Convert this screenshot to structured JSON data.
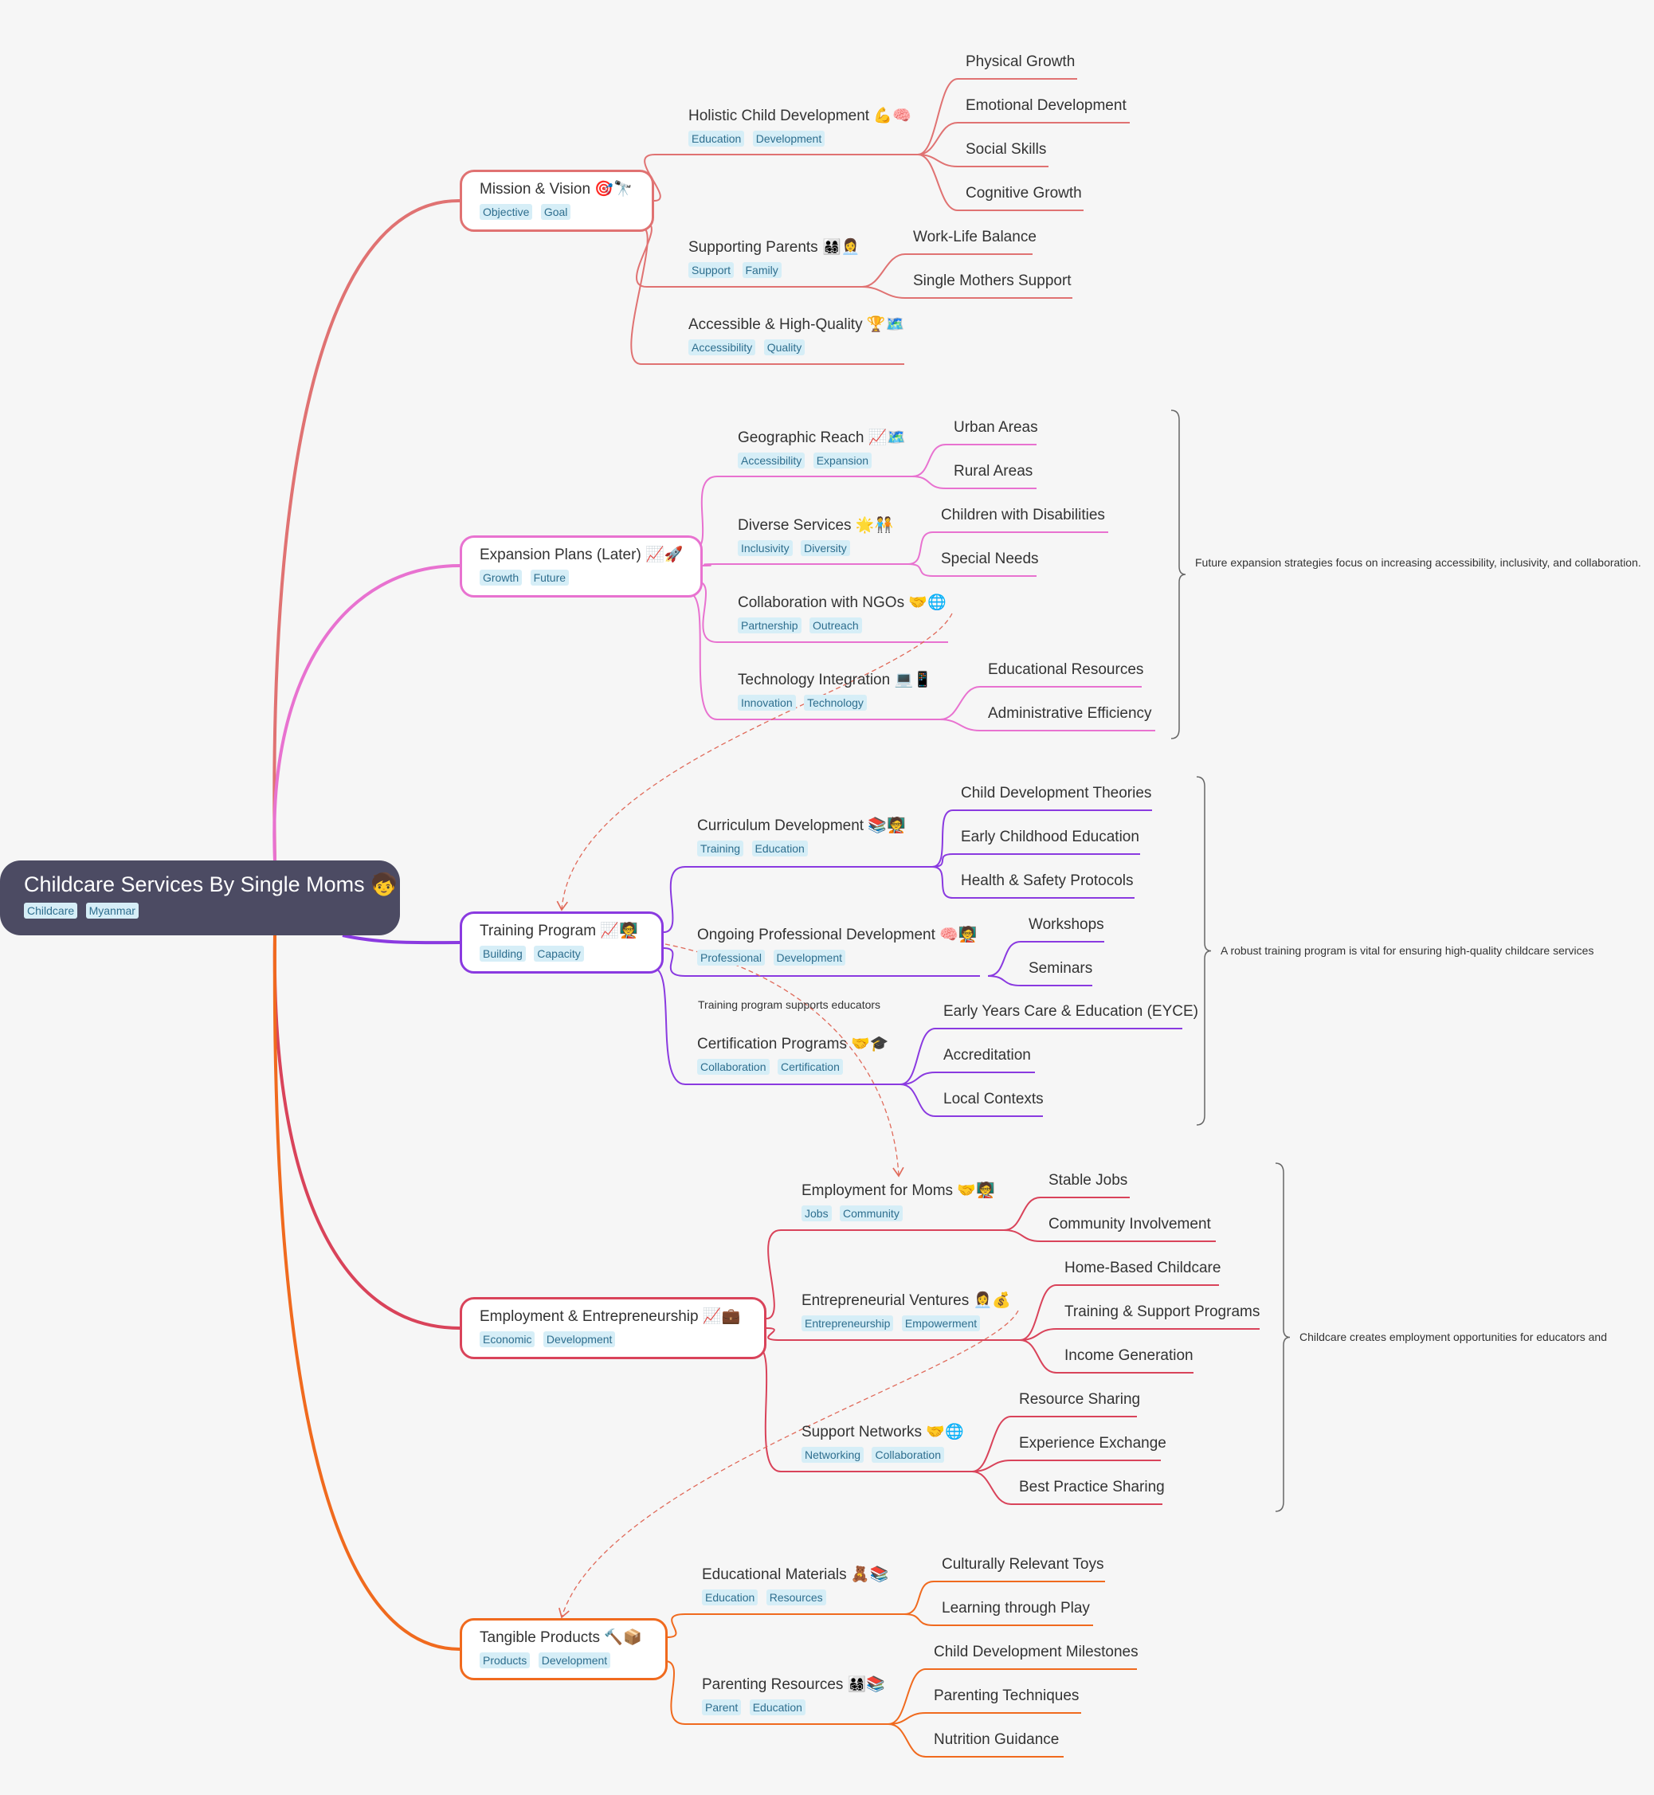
{
  "root": {
    "title": "Childcare Services By Single Moms 🧒",
    "tags": [
      "Childcare",
      "Myanmar"
    ]
  },
  "colors": {
    "mission": "#e07272",
    "expansion": "#e872d0",
    "training": "#8a3ae0",
    "employment": "#d9435a",
    "products": "#f06a1e"
  },
  "branches": {
    "mission": {
      "title": "Mission & Vision 🎯🔭",
      "tags": [
        "Objective",
        "Goal"
      ],
      "subs": [
        {
          "title": "Holistic Child Development 💪🧠",
          "tags": [
            "Education",
            "Development"
          ],
          "leaves": [
            "Physical Growth",
            "Emotional Development",
            "Social Skills",
            "Cognitive Growth"
          ]
        },
        {
          "title": "Supporting Parents 👨‍👩‍👧‍👦👩‍💼",
          "tags": [
            "Support",
            "Family"
          ],
          "leaves": [
            "Work-Life Balance",
            "Single Mothers Support"
          ]
        },
        {
          "title": "Accessible & High-Quality 🏆🗺️",
          "tags": [
            "Accessibility",
            "Quality"
          ],
          "leaves": []
        }
      ]
    },
    "expansion": {
      "title": "Expansion Plans (Later) 📈🚀",
      "tags": [
        "Growth",
        "Future"
      ],
      "subs": [
        {
          "title": "Geographic Reach 📈🗺️",
          "tags": [
            "Accessibility",
            "Expansion"
          ],
          "leaves": [
            "Urban Areas",
            "Rural Areas"
          ]
        },
        {
          "title": "Diverse Services 🌟🧑‍🤝‍🧑",
          "tags": [
            "Inclusivity",
            "Diversity"
          ],
          "leaves": [
            "Children with Disabilities",
            "Special Needs"
          ]
        },
        {
          "title": "Collaboration with NGOs 🤝🌐",
          "tags": [
            "Partnership",
            "Outreach"
          ],
          "leaves": []
        },
        {
          "title": "Technology Integration 💻📱",
          "tags": [
            "Innovation",
            "Technology"
          ],
          "leaves": [
            "Educational Resources",
            "Administrative Efficiency"
          ]
        }
      ],
      "summary": "Future expansion strategies focus on increasing accessibility, inclusivity, and collaboration."
    },
    "training": {
      "title": "Training Program 📈🧑‍🏫",
      "tags": [
        "Building",
        "Capacity"
      ],
      "subs": [
        {
          "title": "Curriculum Development 📚🧑‍🏫",
          "tags": [
            "Training",
            "Education"
          ],
          "leaves": [
            "Child Development Theories",
            "Early Childhood Education",
            "Health & Safety Protocols"
          ]
        },
        {
          "title": "Ongoing Professional Development 🧠🧑‍🏫",
          "tags": [
            "Professional",
            "Development"
          ],
          "leaves": [
            "Workshops",
            "Seminars"
          ]
        },
        {
          "title": "Certification Programs 🤝🎓",
          "tags": [
            "Collaboration",
            "Certification"
          ],
          "leaves": [
            "Early Years Care & Education (EYCE)",
            "Accreditation",
            "Local Contexts"
          ]
        }
      ],
      "summary": "A robust training program is vital for ensuring high-quality childcare services",
      "relation_note": "Training program supports educators"
    },
    "employment": {
      "title": "Employment & Entrepreneurship 📈💼",
      "tags": [
        "Economic",
        "Development"
      ],
      "subs": [
        {
          "title": "Employment for Moms 🤝🧑‍🏫",
          "tags": [
            "Jobs",
            "Community"
          ],
          "leaves": [
            "Stable Jobs",
            "Community Involvement"
          ]
        },
        {
          "title": "Entrepreneurial Ventures 👩‍💼💰",
          "tags": [
            "Entrepreneurship",
            "Empowerment"
          ],
          "leaves": [
            "Home-Based Childcare",
            "Training & Support Programs",
            "Income Generation"
          ]
        },
        {
          "title": "Support Networks 🤝🌐",
          "tags": [
            "Networking",
            "Collaboration"
          ],
          "leaves": [
            "Resource Sharing",
            "Experience Exchange",
            "Best Practice Sharing"
          ]
        }
      ],
      "summary": "Childcare creates employment opportunities for educators and"
    },
    "products": {
      "title": "Tangible Products 🔨📦",
      "tags": [
        "Products",
        "Development"
      ],
      "subs": [
        {
          "title": "Educational Materials 🧸📚",
          "tags": [
            "Education",
            "Resources"
          ],
          "leaves": [
            "Culturally Relevant Toys",
            "Learning through Play"
          ]
        },
        {
          "title": "Parenting Resources 👨‍👩‍👧‍👦📚",
          "tags": [
            "Parent",
            "Education"
          ],
          "leaves": [
            "Child Development Milestones",
            "Parenting Techniques",
            "Nutrition Guidance"
          ]
        }
      ]
    }
  }
}
